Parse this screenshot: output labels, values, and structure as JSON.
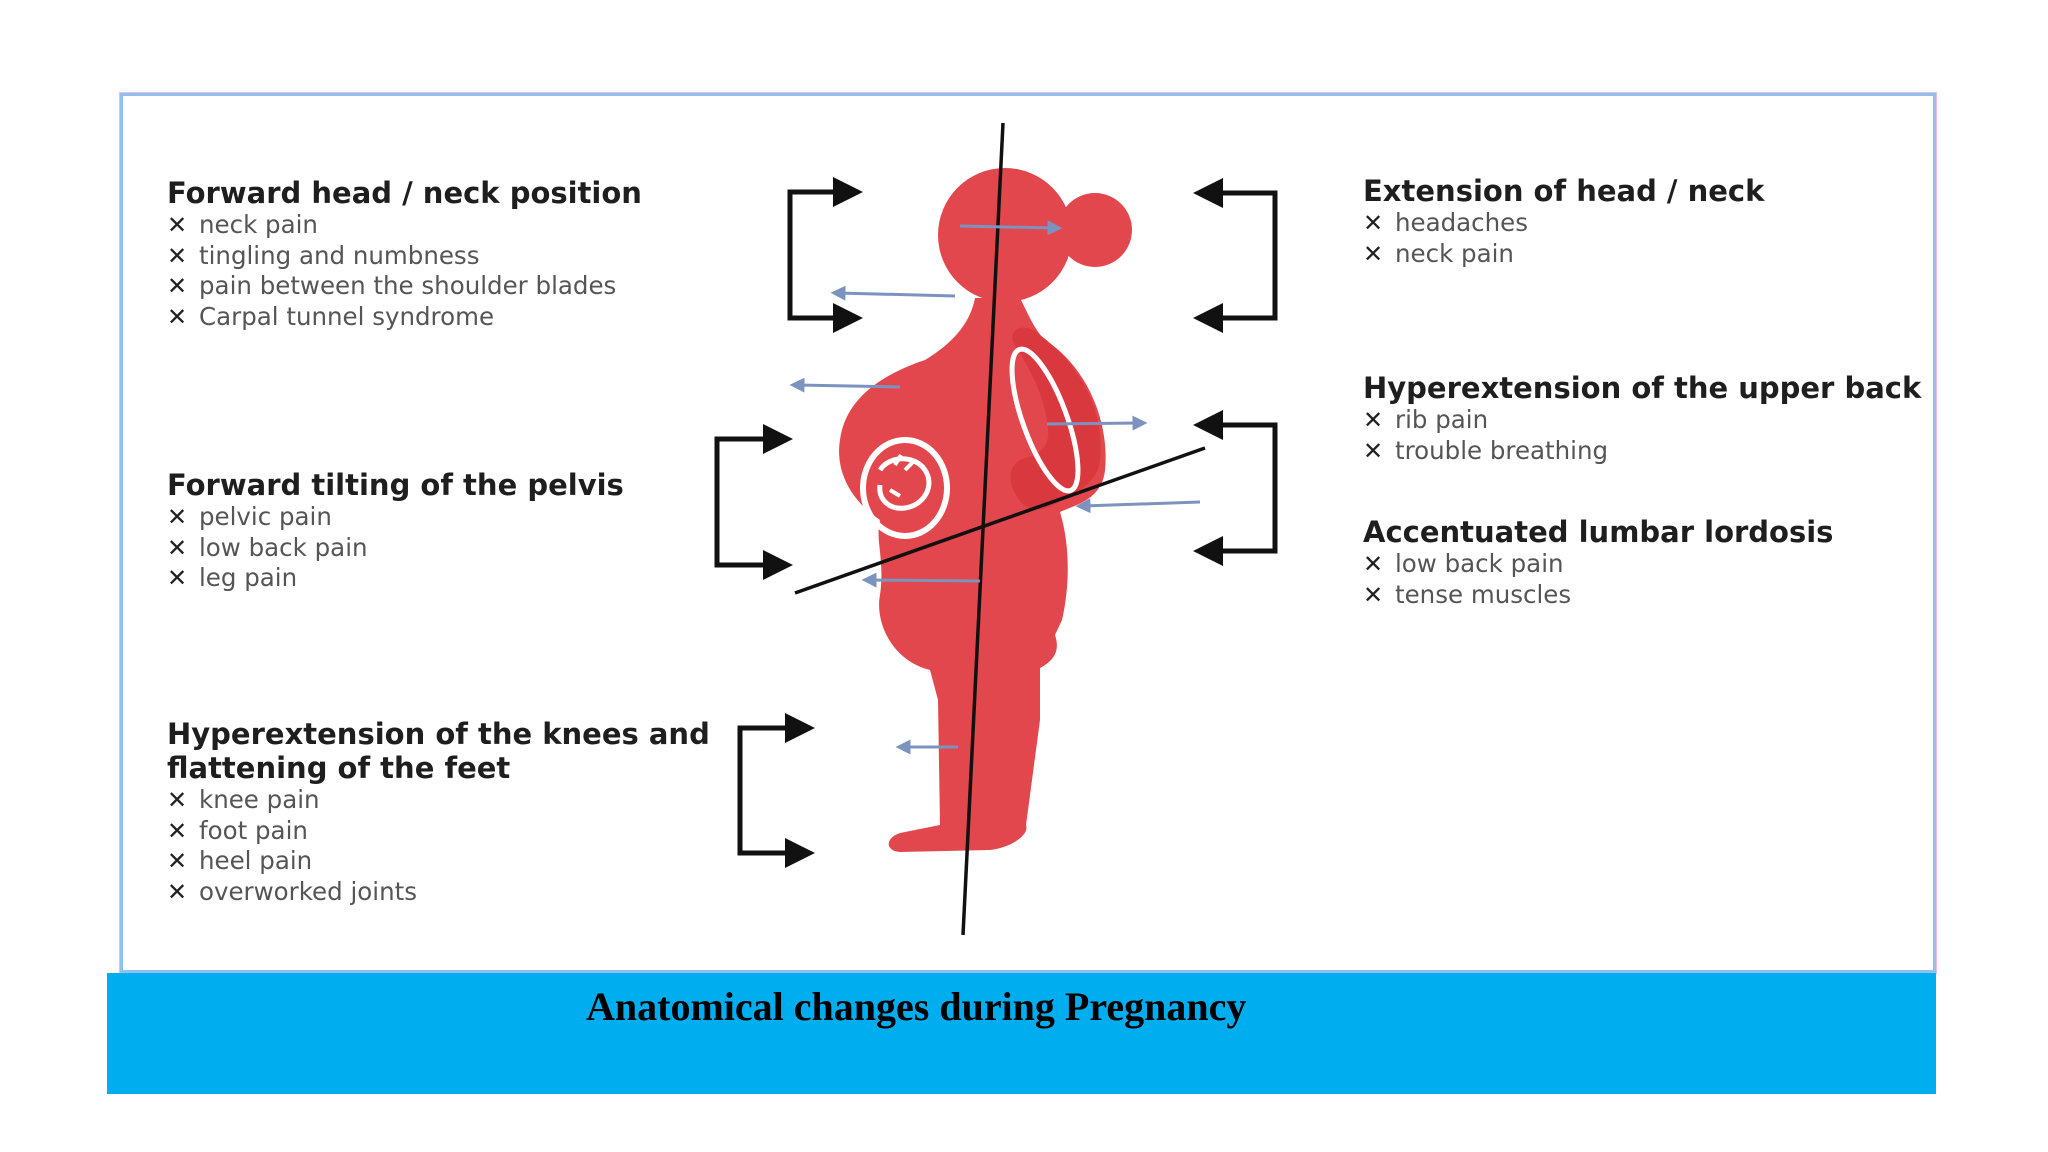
{
  "caption": "Anatomical changes during Pregnancy",
  "colors": {
    "figure": "#e2474d",
    "posture_arrows": "#7d93bf",
    "bracket_arrows": "#111111",
    "caption_bar": "#00aeef",
    "frame_border": "#8fc1ee"
  },
  "bullet_icon": "x-mark",
  "groups": [
    {
      "heading": "Forward head / neck position",
      "items": [
        "neck pain",
        "tingling and numbness",
        "pain between the shoulder blades",
        "Carpal tunnel syndrome"
      ]
    },
    {
      "heading": "Forward tilting of the pelvis",
      "items": [
        "pelvic pain",
        "low back pain",
        "leg pain"
      ]
    },
    {
      "heading": "Hyperextension of the knees and flattening of the feet",
      "items": [
        "knee pain",
        "foot pain",
        "heel pain",
        "overworked joints"
      ]
    },
    {
      "heading": "Extension of head / neck",
      "items": [
        "headaches",
        "neck pain"
      ]
    },
    {
      "heading": "Hyperextension of the upper back",
      "items": [
        "rib pain",
        "trouble breathing"
      ]
    },
    {
      "heading": "Accentuated lumbar lordosis",
      "items": [
        "low back pain",
        "tense muscles"
      ]
    }
  ]
}
